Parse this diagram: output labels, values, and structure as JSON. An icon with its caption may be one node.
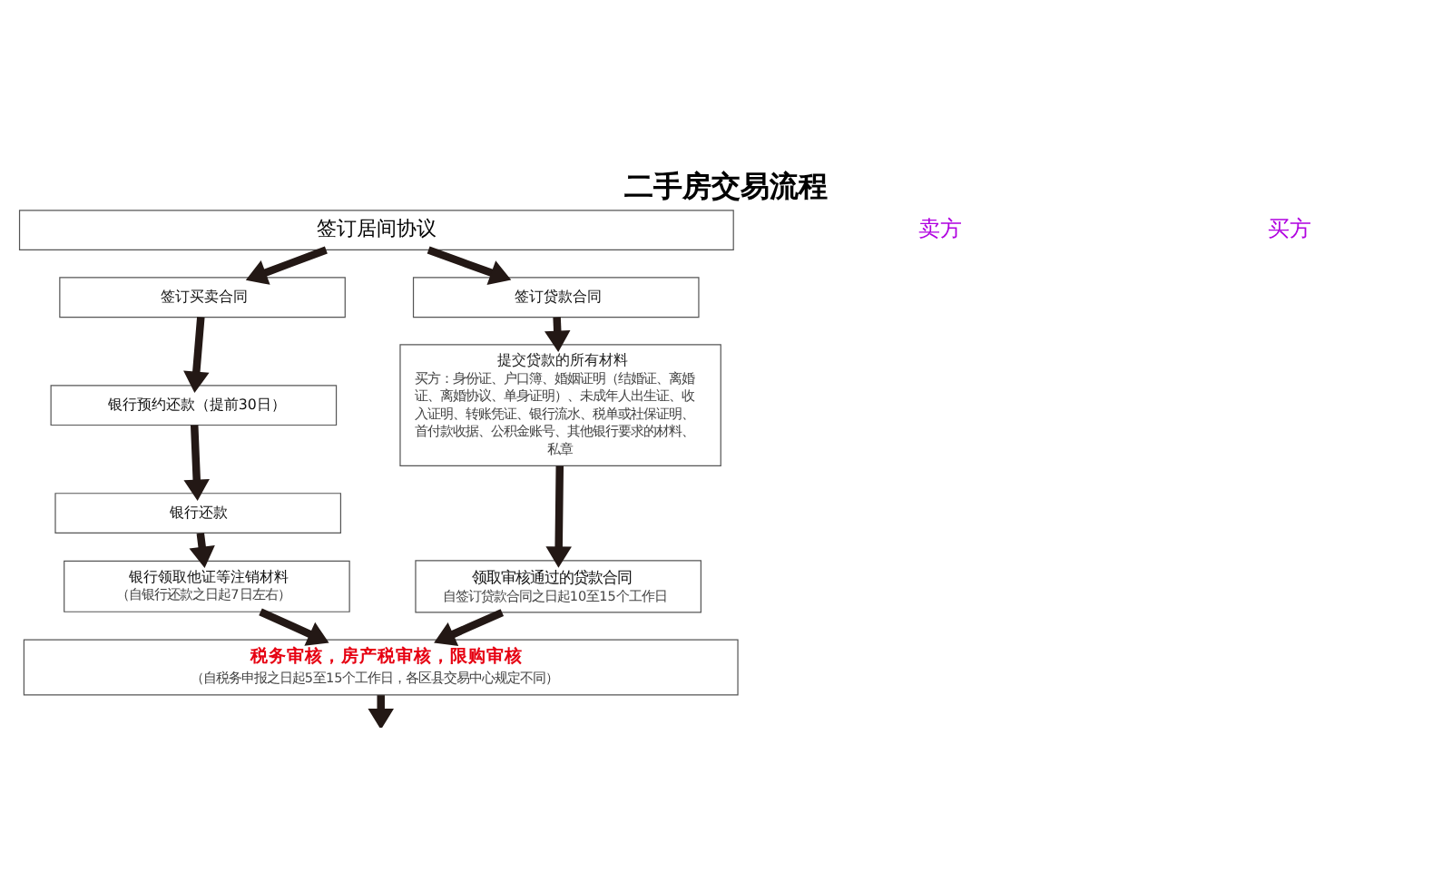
{
  "diagram": {
    "title": "二手房交易流程",
    "nodes": [
      {
        "text": [
          "签订居间协议"
        ]
      },
      {
        "text": [
          "签订买卖合同"
        ]
      },
      {
        "text": [
          "签订贷款合同"
        ]
      },
      {
        "text": [
          "银行预约还款（提前30日）"
        ]
      },
      {
        "text": [
          "提交贷款的所有材料",
          "买方：身份证、户口簿、婚姻证明（结婚证、离婚证、离婚协议、单身证明）、未成年人出生证、收入证明、转账凭证、银行流水、税单或社保证明、首付款收据、公积金账号、其他银行要求的材料、私章"
        ]
      },
      {
        "text": [
          "银行还款"
        ]
      },
      {
        "text": [
          "银行领取他证等注销材料",
          "（自银行还款之日起7日左右）"
        ]
      },
      {
        "text": [
          "领取审核通过的贷款合同",
          "自签订贷款合同之日起10至15个工作日"
        ]
      },
      {
        "text": [
          "税务审核，房产税审核，限购审核",
          "（自税务申报之日起5至15个工作日，各区县交易中心规定不同）"
        ]
      }
    ],
    "edges": [
      {
        "from": 0,
        "to": 1,
        "arrow": "to"
      },
      {
        "from": 0,
        "to": 2,
        "arrow": "to"
      },
      {
        "from": 1,
        "to": 3,
        "arrow": "to"
      },
      {
        "from": 2,
        "to": 4,
        "arrow": "to"
      },
      {
        "from": 3,
        "to": 5,
        "arrow": "to"
      },
      {
        "from": 5,
        "to": 6,
        "arrow": "to"
      },
      {
        "from": 4,
        "to": 7,
        "arrow": "to"
      },
      {
        "from": 6,
        "to": 8,
        "arrow": "to"
      },
      {
        "from": 7,
        "to": 8,
        "arrow": "to"
      },
      {
        "from": 8,
        "to": null,
        "arrow": "to"
      }
    ],
    "labels": [
      "卖方",
      "买方"
    ]
  }
}
